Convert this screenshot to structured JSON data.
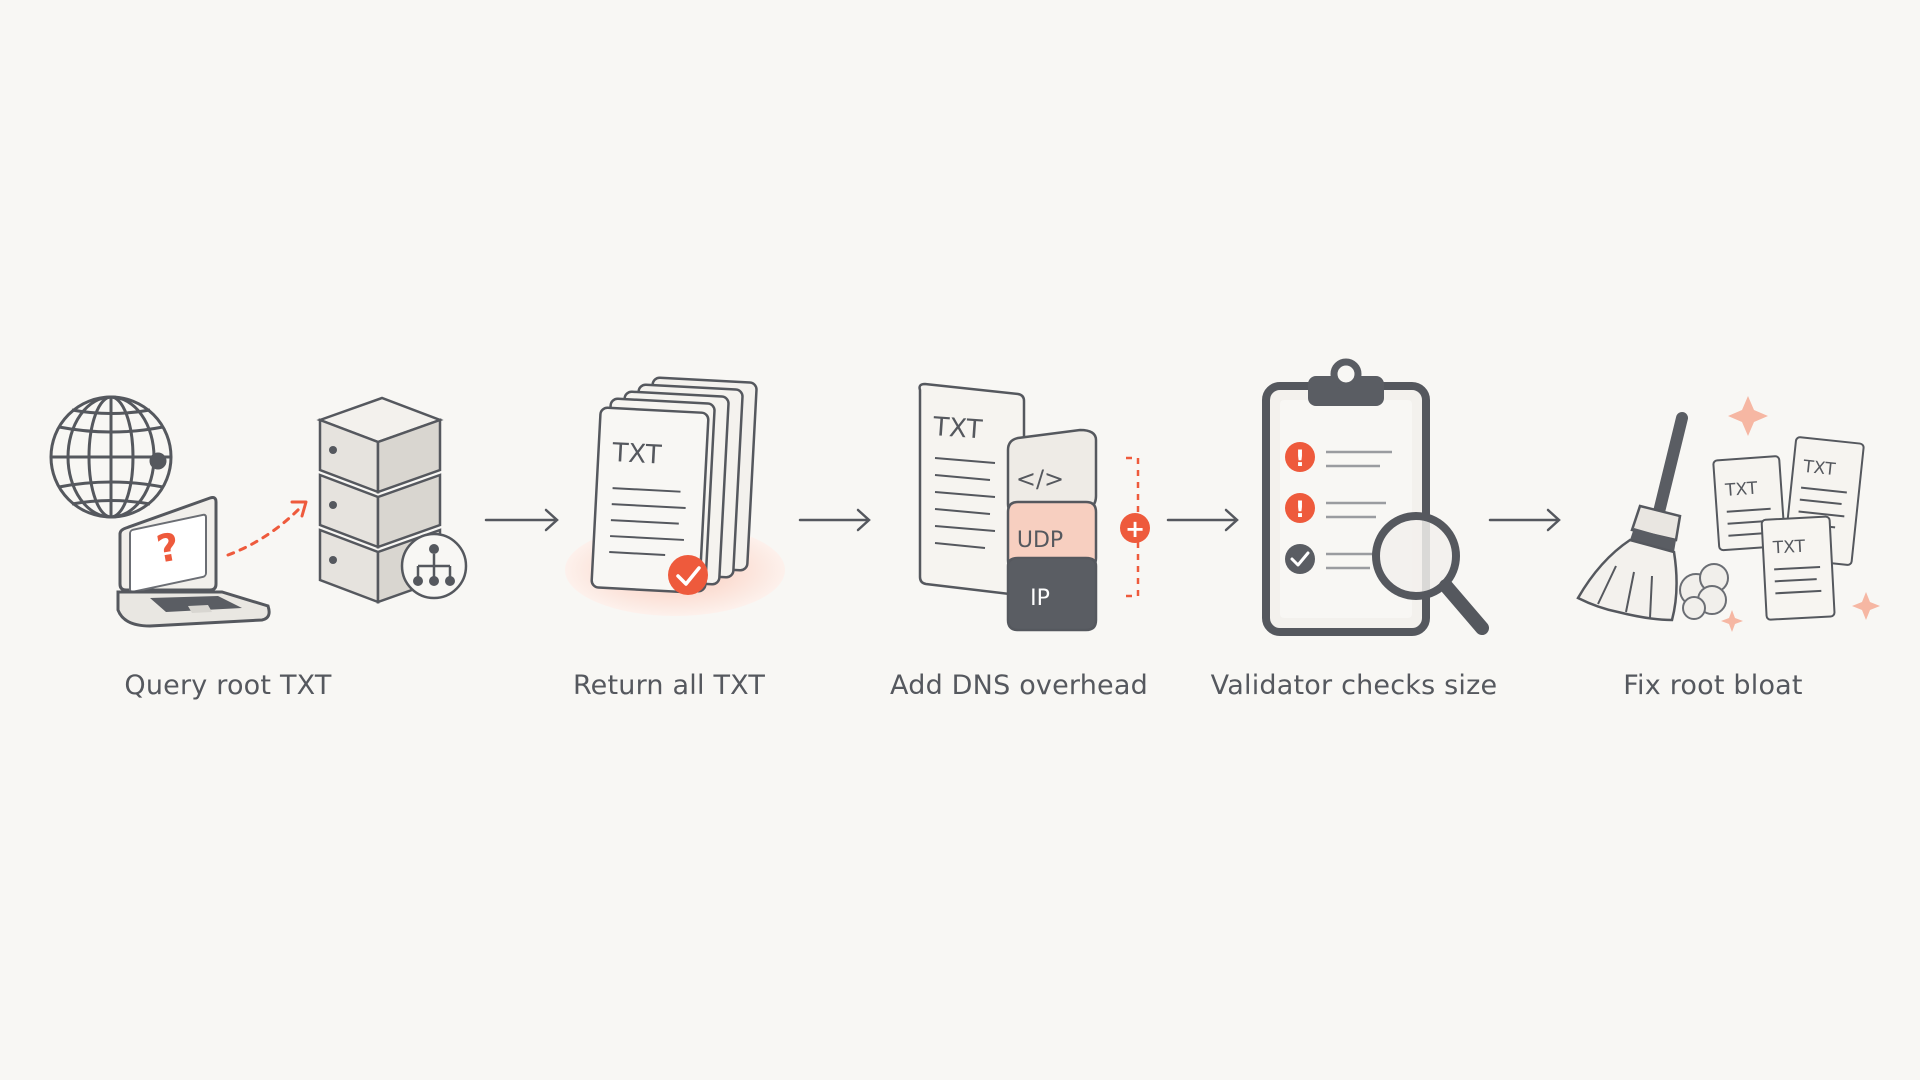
{
  "steps": [
    {
      "label": "Query root TXT",
      "icon": "globe-laptop-server-icon"
    },
    {
      "label": "Return all TXT",
      "icon": "txt-stack-icon"
    },
    {
      "label": "Add DNS overhead",
      "icon": "packet-layers-icon"
    },
    {
      "label": "Validator checks size",
      "icon": "clipboard-magnifier-icon"
    },
    {
      "label": "Fix root bloat",
      "icon": "broom-icon"
    }
  ],
  "glyphs": {
    "question": "?",
    "txt": "TXT",
    "code": "</>",
    "udp": "UDP",
    "ip": "IP",
    "plus": "+",
    "alert": "!"
  },
  "colors": {
    "background": "#f8f7f4",
    "ink": "#55585e",
    "accent": "#ee5a3c",
    "accent_soft": "#fbe0d6",
    "dark_block": "#5a5d63"
  }
}
